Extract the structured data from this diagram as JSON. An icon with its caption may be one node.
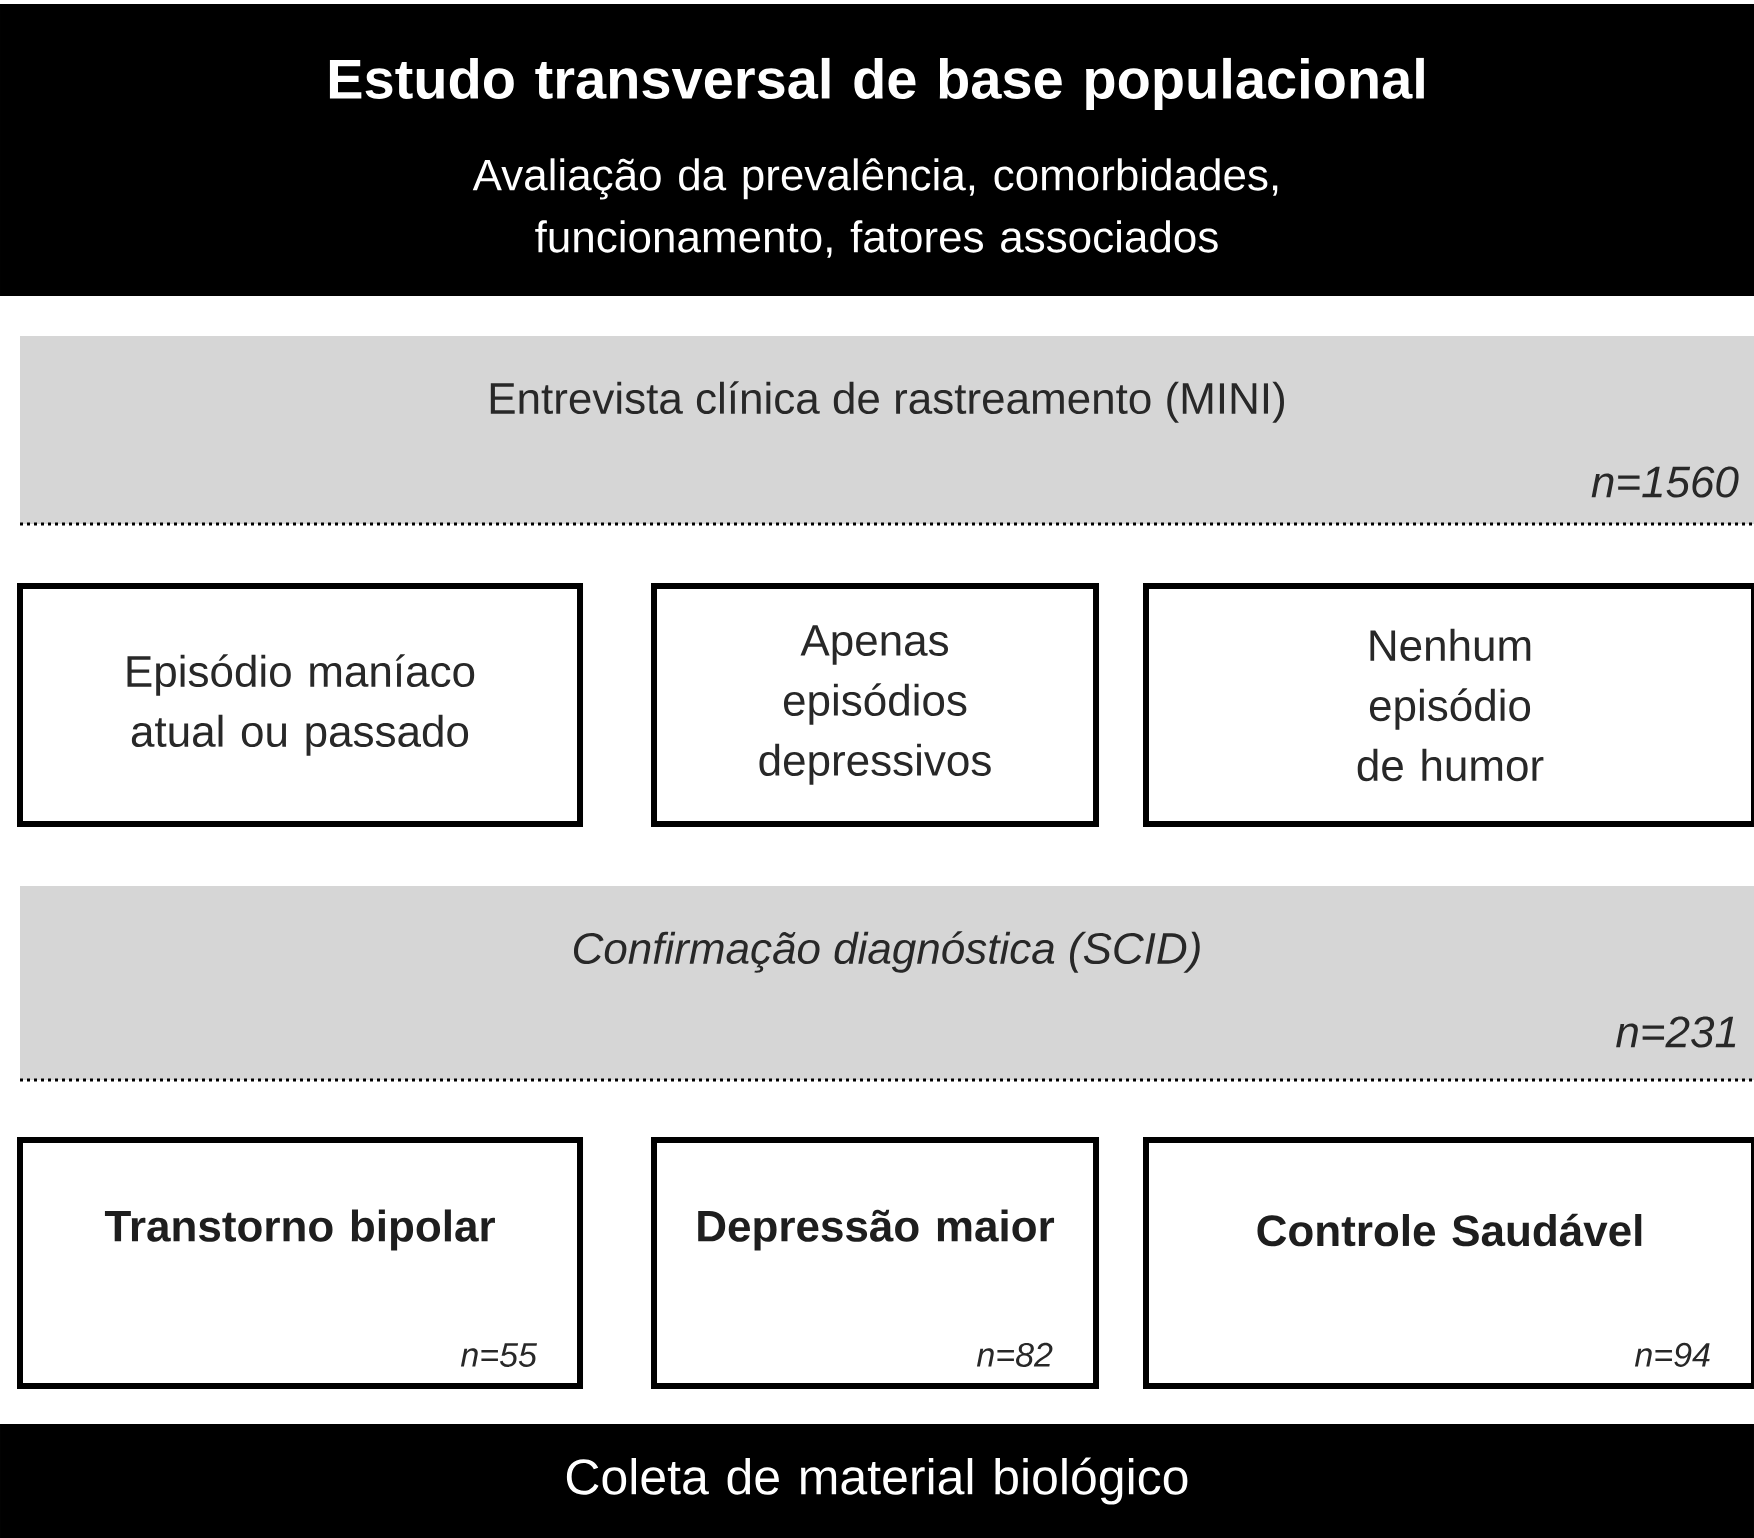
{
  "diagram": {
    "nodes": [
      {
        "text": [
          "Estudo transversal de base populacional",
          "Avaliação da prevalência, comorbidades, funcionamento, fatores associados"
        ]
      },
      {
        "text": [
          "Entrevista clínica de rastreamento (MINI)",
          "n=1560"
        ]
      },
      {
        "text": [
          "Episódio maníaco atual ou passado"
        ]
      },
      {
        "text": [
          "Apenas episódios depressivos"
        ]
      },
      {
        "text": [
          "Nenhum episódio de humor"
        ]
      },
      {
        "text": [
          "Confirmação diagnóstica (SCID)",
          "n=231"
        ]
      },
      {
        "text": [
          "Transtorno bipolar",
          "n=55"
        ]
      },
      {
        "text": [
          "Depressão maior",
          "n=82"
        ]
      },
      {
        "text": [
          "Controle Saudável",
          "n=94"
        ]
      },
      {
        "text": [
          "Coleta de material biológico"
        ]
      }
    ]
  }
}
